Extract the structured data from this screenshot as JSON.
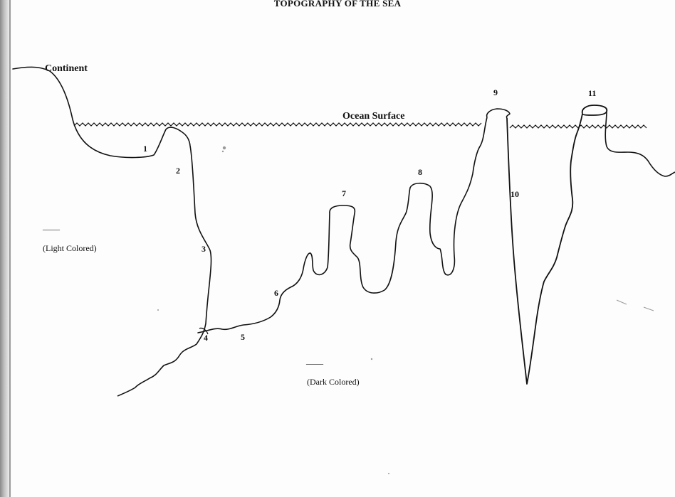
{
  "title": "TOPOGRAPHY OF THE SEA",
  "labels": {
    "continent": "Continent",
    "ocean_surface": "Ocean Surface"
  },
  "numbers": {
    "n1": "1",
    "n2": "2",
    "n3": "3",
    "n4": "4",
    "n5": "5",
    "n6": "6",
    "n7": "7",
    "n8": "8",
    "n9": "9",
    "n10": "10",
    "n11": "11"
  },
  "legend": {
    "light_dash": "____",
    "light_label": "(Light Colored)",
    "dark_dash": "____",
    "dark_label": "(Dark Colored)"
  },
  "colors": {
    "line": "#111111",
    "paper": "#fdfdfd"
  }
}
